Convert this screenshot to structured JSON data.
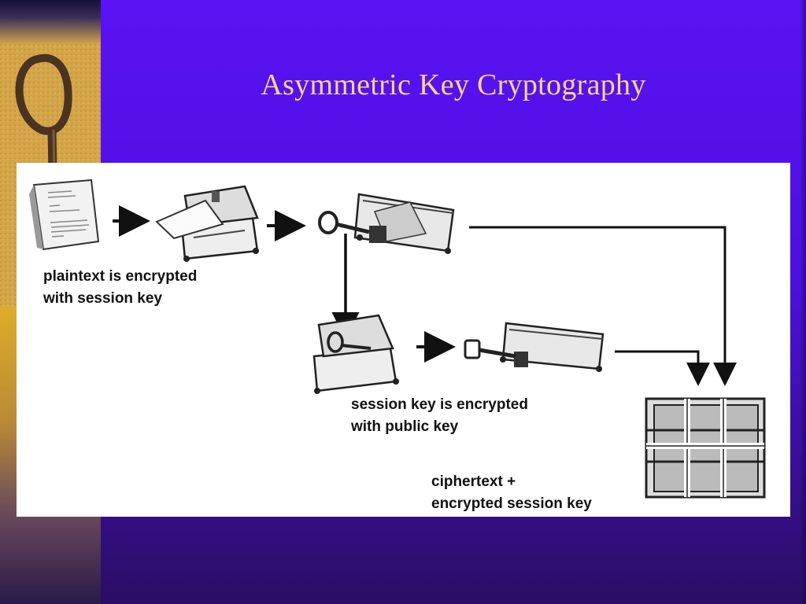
{
  "slide": {
    "title": "Asymmetric Key Cryptography"
  },
  "diagram": {
    "label_plaintext_line1": "plaintext is encrypted",
    "label_plaintext_line2": "with session key",
    "label_session_line1": "session key is encrypted",
    "label_session_line2": "with public key",
    "label_cipher_line1": "ciphertext +",
    "label_cipher_line2": "encrypted session key"
  },
  "colors": {
    "background": "#4d10e0",
    "title": "#f4d48a",
    "panel": "#ffffff",
    "strip": "#d6a83c"
  }
}
